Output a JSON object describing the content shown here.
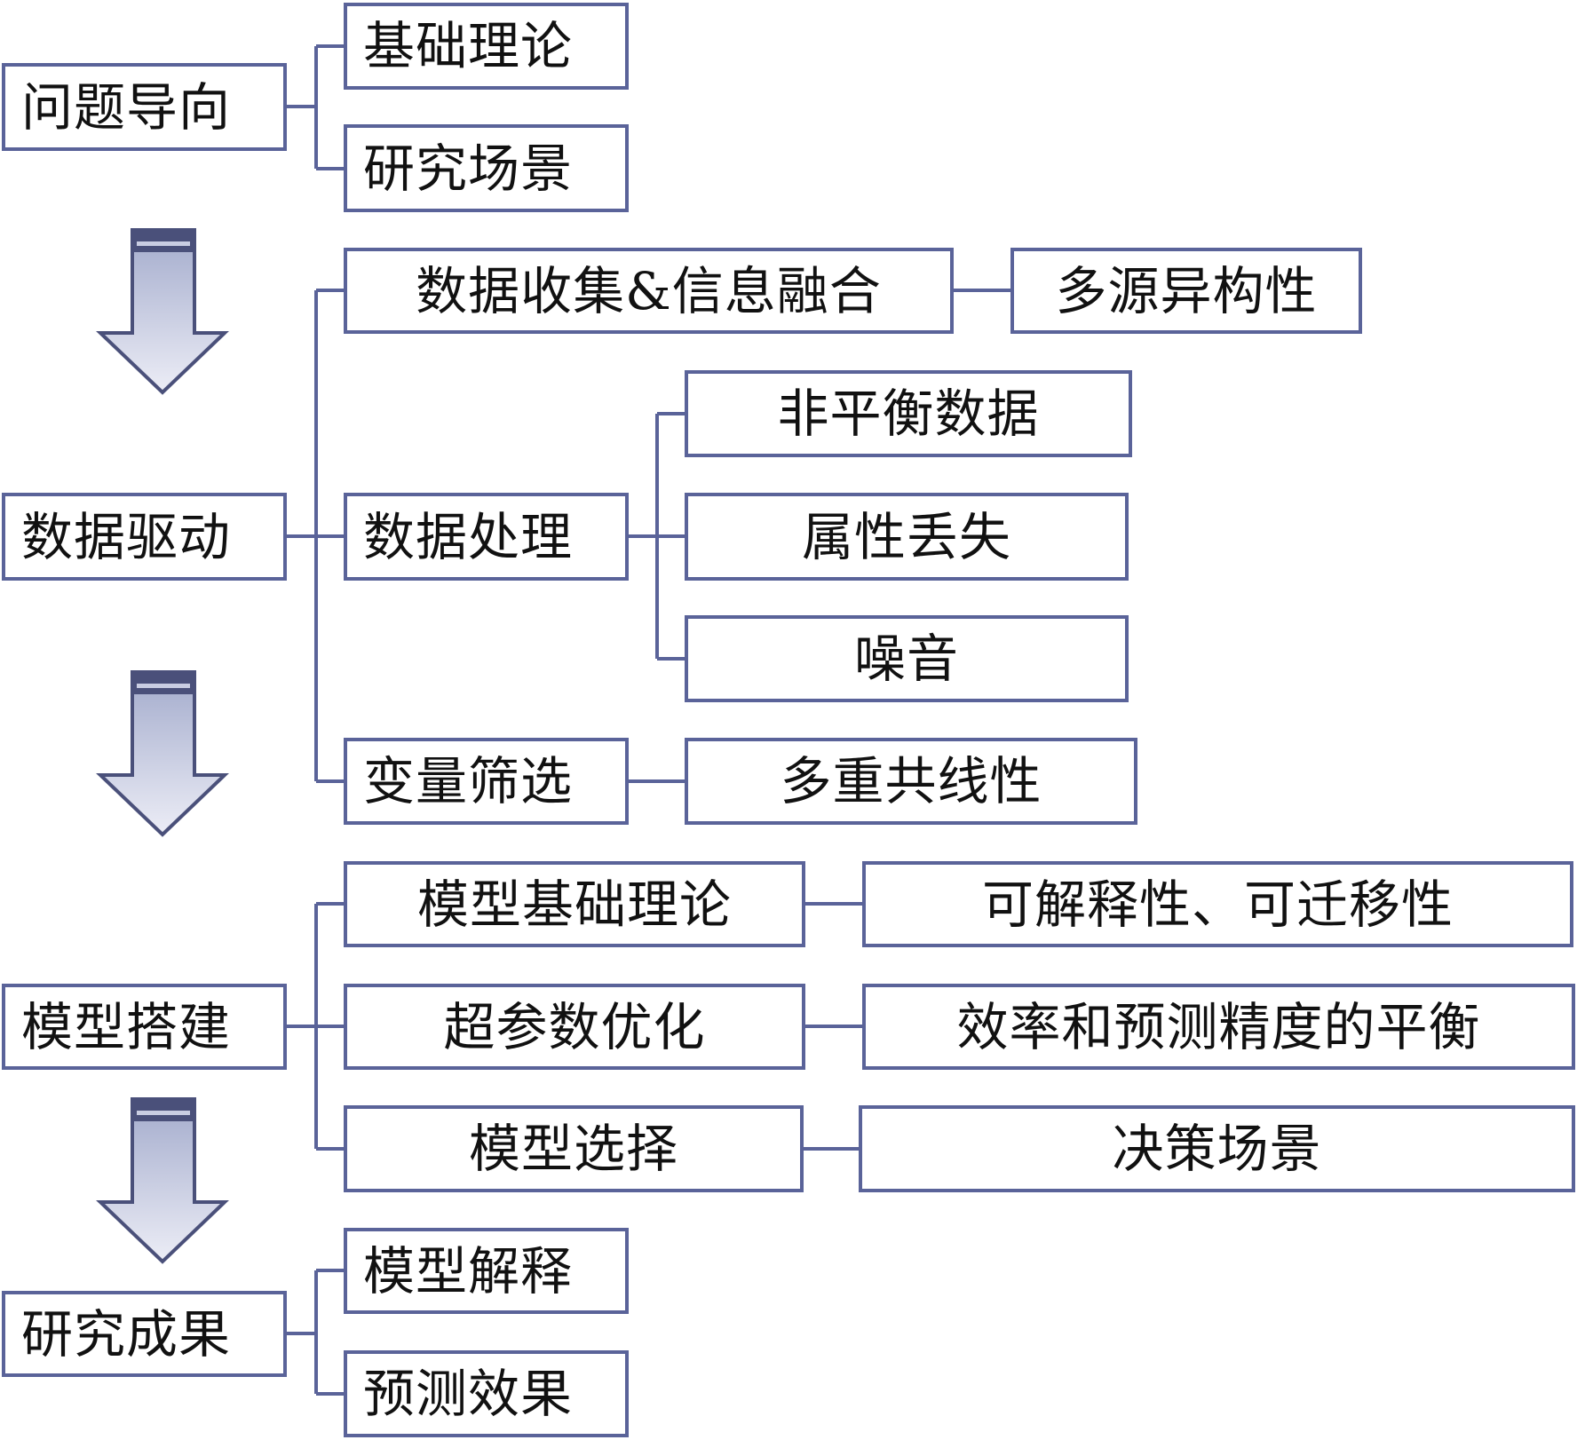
{
  "diagram": {
    "type": "hierarchical-flow",
    "colors": {
      "border": "#5a6399",
      "arrow_fill_top": "#a3abcc",
      "arrow_fill_bottom": "#ecedf6",
      "arrow_outline": "#4a507a",
      "text": "#111111"
    },
    "stages": [
      {
        "label": "问题导向",
        "children": [
          {
            "label": "基础理论"
          },
          {
            "label": "研究场景"
          }
        ]
      },
      {
        "label": "数据驱动",
        "children": [
          {
            "label": "数据收集&信息融合",
            "detail": "多源异构性"
          },
          {
            "label": "数据处理",
            "details": [
              "非平衡数据",
              "属性丢失",
              "噪音"
            ]
          },
          {
            "label": "变量筛选",
            "detail": "多重共线性"
          }
        ]
      },
      {
        "label": "模型搭建",
        "children": [
          {
            "label": "模型基础理论",
            "detail": "可解释性、可迁移性"
          },
          {
            "label": "超参数优化",
            "detail": "效率和预测精度的平衡"
          },
          {
            "label": "模型选择",
            "detail": "决策场景"
          }
        ]
      },
      {
        "label": "研究成果",
        "children": [
          {
            "label": "模型解释"
          },
          {
            "label": "预测效果"
          }
        ]
      }
    ],
    "arrows": [
      {
        "from": "问题导向",
        "to": "数据驱动",
        "icon": "down-arrow-icon"
      },
      {
        "from": "数据驱动",
        "to": "模型搭建",
        "icon": "down-arrow-icon"
      },
      {
        "from": "模型搭建",
        "to": "研究成果",
        "icon": "down-arrow-icon"
      }
    ]
  }
}
